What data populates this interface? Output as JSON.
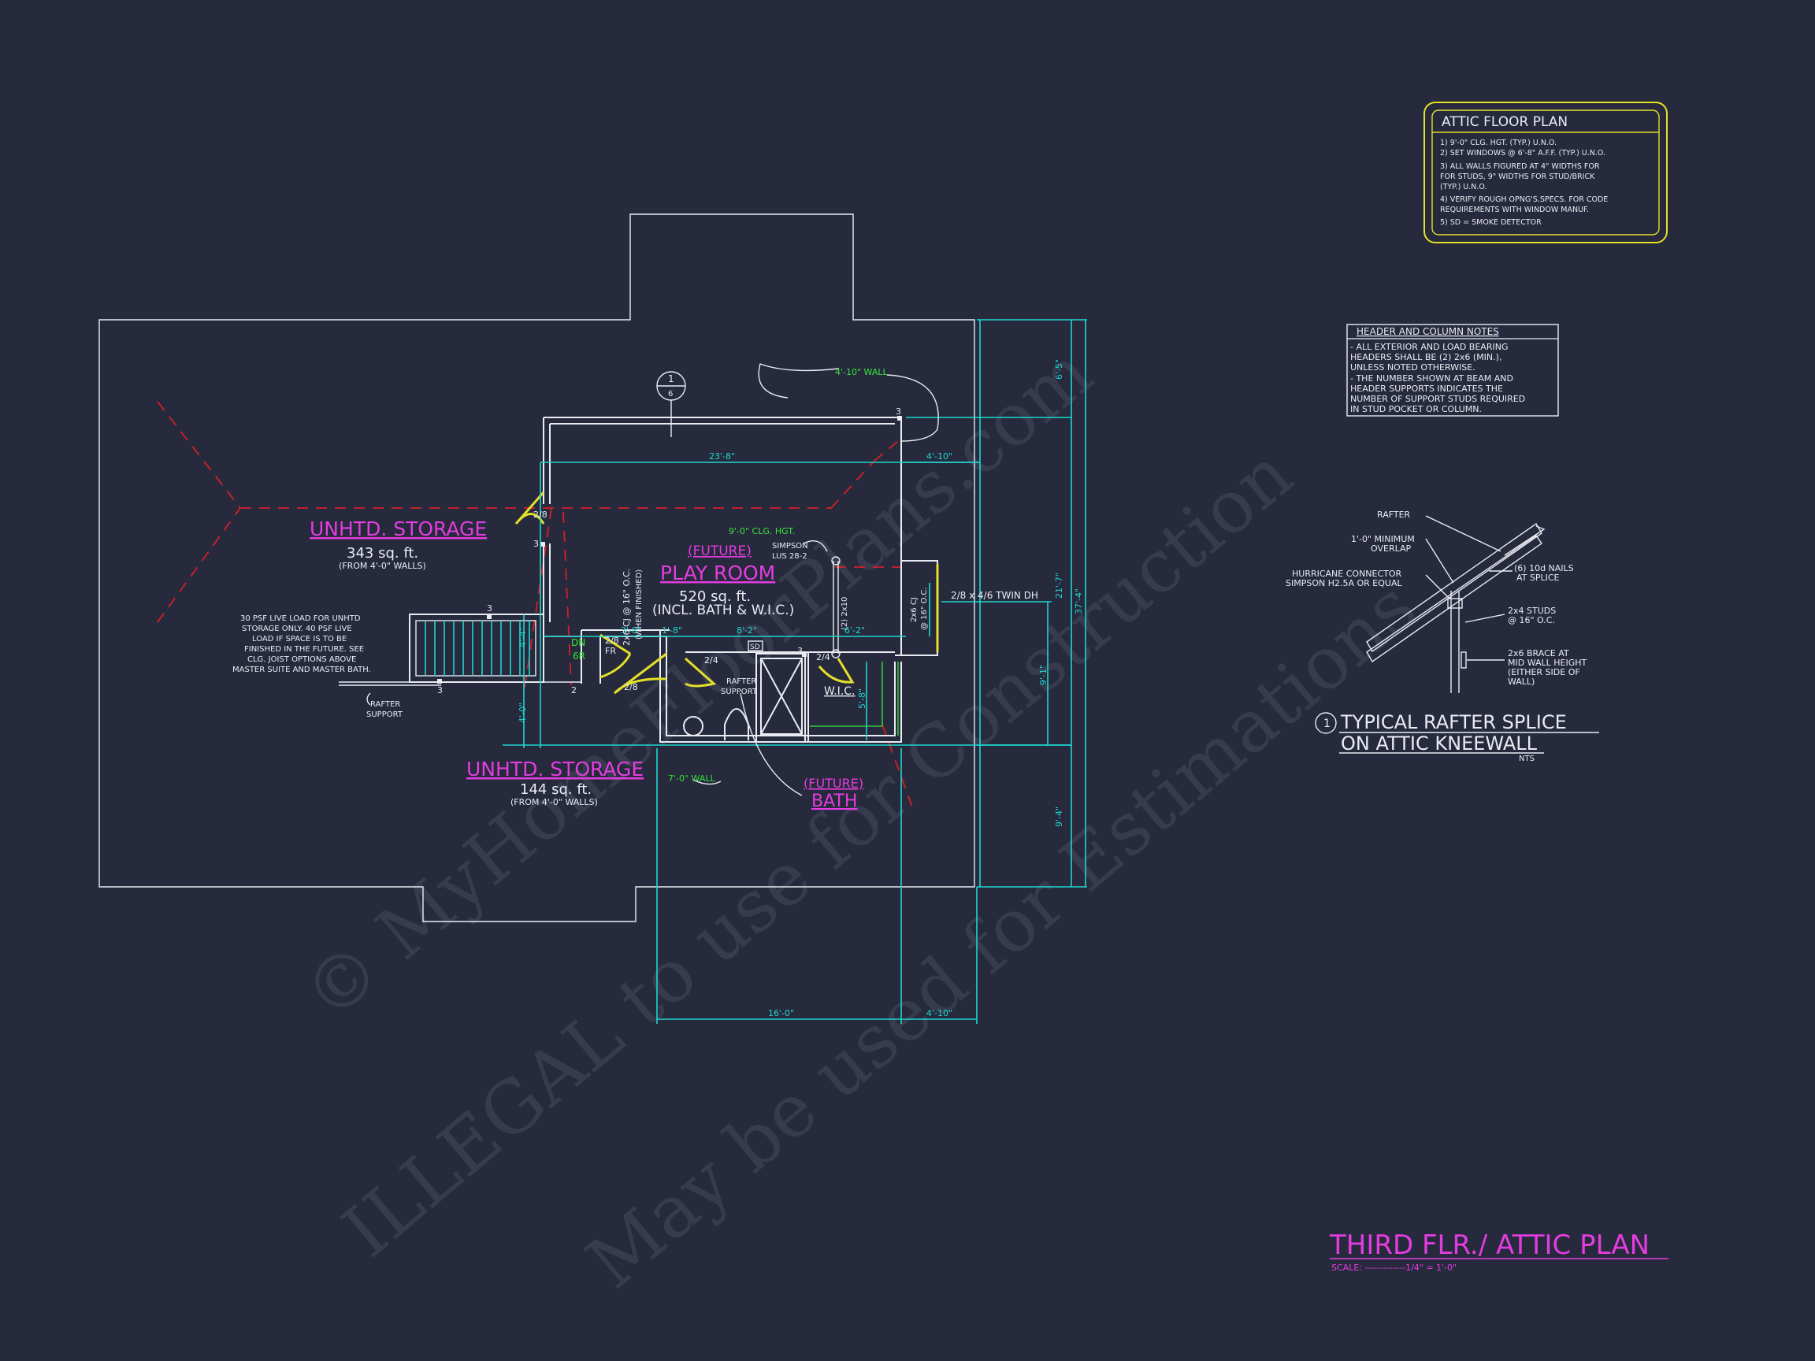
{
  "plan": {
    "title": "THIRD FLR./ ATTIC PLAN",
    "scale": "SCALE: -------------1/4\" = 1'-0\""
  },
  "rooms": {
    "storage_left": {
      "name": "UNHTD. STORAGE",
      "area": "343 sq. ft.",
      "note": "(FROM 4'-0\" WALLS)"
    },
    "storage_bottom": {
      "name": "UNHTD. STORAGE",
      "area": "144 sq. ft.",
      "note": "(FROM 4'-0\" WALLS)"
    },
    "play_room": {
      "future": "(FUTURE)",
      "name": "PLAY ROOM",
      "area": "520 sq. ft.",
      "note": "(INCL. BATH & W.I.C.)"
    },
    "bath": {
      "future": "(FUTURE)",
      "name": "BATH"
    },
    "wic": "W.I.C."
  },
  "annotations": {
    "wall_top": "4'-10\" WALL",
    "wall_bottom": "7'-0\" WALL",
    "clg_hgt": "9'-0\" CLG. HGT.",
    "simpson_1": "SIMPSON",
    "simpson_2": "LUS 28-2",
    "cj_1": "2x6 CJ @ 16\" O.C.",
    "cj_2": "(WHEN FINISHED)",
    "cj_right_1": "2x6 CJ",
    "cj_right_2": "@ 16\" O.C.",
    "beam": "(2) 2x10",
    "window": "2/8 x 4/6 TWIN DH",
    "live_load": [
      "30 PSF LIVE LOAD FOR UNHTD",
      "STORAGE ONLY.  40 PSF LIVE",
      "LOAD IF SPACE IS TO BE",
      "FINISHED IN THE FUTURE.  SEE",
      "CLG. JOIST OPTIONS ABOVE",
      "MASTER SUITE AND MASTER BATH."
    ],
    "rafter_support_l1": "RAFTER",
    "rafter_support_l2": "SUPPORT",
    "rafter_support_c1": "RAFTER",
    "rafter_support_c2": "SUPPORT",
    "stair_dn": "DN",
    "stair_6r": "6R",
    "door_28_a": "2/8",
    "door_28_b": "2/8",
    "door_28_c": "2/8",
    "door_24_a": "2/4",
    "door_24_b": "2/4",
    "fr": "FR",
    "sd": "SD",
    "section_tag_num": "1",
    "section_tag_sheet": "6",
    "post_3_a": "3",
    "post_3_b": "3",
    "post_3_c": "3",
    "post_3_d": "3",
    "post_3_e": "3",
    "post_2": "2"
  },
  "dimensions": {
    "d_23_8": "23'-8\"",
    "d_4_10_top": "4'-10\"",
    "d_6_5": "6'-5\"",
    "d_21_7": "21'-7\"",
    "d_37_4": "37'-4\"",
    "d_9_1": "9'-1\"",
    "d_9_4": "9'-4\"",
    "d_3_8": "3'-8\"",
    "d_1_8": "1'-8\"",
    "d_8_2": "8'-2\"",
    "d_6_2": "6'-2\"",
    "d_4_4": "4'-4\"",
    "d_4_0": "4'-0\"",
    "d_5_8": "5'-8\"",
    "d_16_0": "16'-0\"",
    "d_4_10_bot": "4'-10\""
  },
  "notes_box": {
    "title": "ATTIC FLOOR PLAN",
    "lines": [
      "1) 9'-0\" CLG. HGT. (TYP.) U.N.O.",
      "2) SET WINDOWS @ 6'-8\" A.F.F. (TYP.) U.N.O.",
      "3) ALL WALLS FIGURED AT 4\" WIDTHS FOR",
      "    FOR STUDS, 9\" WIDTHS FOR STUD/BRICK",
      "    (TYP.) U.N.O.",
      "4) VERIFY ROUGH OPNG'S,SPECS. FOR CODE",
      "    REQUIREMENTS WITH WINDOW MANUF.",
      "5) SD = SMOKE DETECTOR"
    ]
  },
  "header_notes": {
    "title": "HEADER AND COLUMN NOTES",
    "lines": [
      "- ALL EXTERIOR AND LOAD BEARING",
      "HEADERS SHALL BE (2) 2x6 (MIN.),",
      "UNLESS NOTED OTHERWISE.",
      "- THE NUMBER SHOWN AT BEAM AND",
      "HEADER SUPPORTS INDICATES THE",
      "NUMBER OF SUPPORT STUDS REQUIRED",
      "IN STUD POCKET OR COLUMN."
    ]
  },
  "detail": {
    "number": "1",
    "title_1": "TYPICAL RAFTER SPLICE",
    "title_2": "ON ATTIC KNEEWALL",
    "nts": "NTS",
    "rafter": "RAFTER",
    "overlap_1": "1'-0\" MINIMUM",
    "overlap_2": "OVERLAP",
    "hurricane_1": "HURRICANE CONNECTOR",
    "hurricane_2": "SIMPSON H2.5A OR EQUAL",
    "nails_1": "(6) 10d NAILS",
    "nails_2": "AT SPLICE",
    "studs_1": "2x4 STUDS",
    "studs_2": "@ 16\" O.C.",
    "brace_1": "2x6 BRACE AT",
    "brace_2": "MID WALL HEIGHT",
    "brace_3": "(EITHER SIDE OF",
    "brace_4": "WALL)"
  },
  "watermark": {
    "line_1": "© MyHomeFloorPlans.com",
    "line_2": "ILLEGAL to use for Construction",
    "line_3": "May be used for Estimations"
  }
}
